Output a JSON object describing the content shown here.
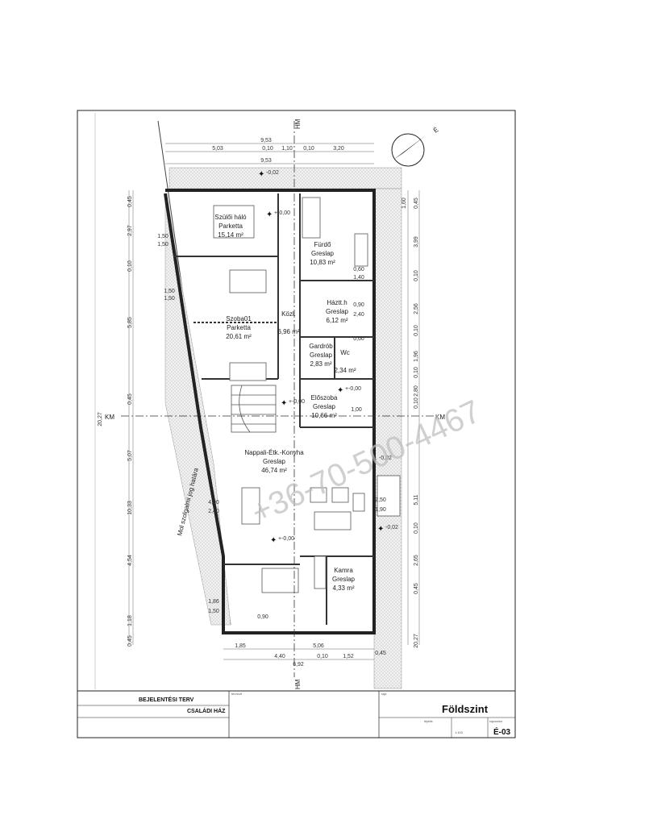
{
  "title_block": {
    "project_type": "BEJELENTÉSI TERV",
    "building": "CSALÁDI HÁZ",
    "sheet_title": "Földszint",
    "sheet_code": "É-03",
    "scale": "1:100",
    "small_labels": [
      "tervező",
      "rajz",
      "lépték",
      "rajzszám"
    ]
  },
  "watermark": "+36-70-500-4467",
  "section_marks": {
    "hm": "HM",
    "km": "KM"
  },
  "north_label": "É",
  "slanted_label": "Mol szolgalmi jog határa",
  "rooms": [
    {
      "name": "Szülői háló",
      "floor": "Parketta",
      "area": "15,14 m²"
    },
    {
      "name": "Fürdő",
      "floor": "Greslap",
      "area": "10,83 m²"
    },
    {
      "name": "Közl.",
      "floor": "",
      "area": "6,96 m²"
    },
    {
      "name": "Háztt.h",
      "floor": "Greslap",
      "area": "6,12 m²"
    },
    {
      "name": "Szoba01",
      "floor": "Parketta",
      "area": "20,61 m²"
    },
    {
      "name": "Gardrób",
      "floor": "Greslap",
      "area": "2,83 m²"
    },
    {
      "name": "Wc",
      "floor": "",
      "area": "2,34 m²"
    },
    {
      "name": "Előszoba",
      "floor": "Greslap",
      "area": "10,66 m²"
    },
    {
      "name": "Nappali-Étk.-Konyha",
      "floor": "Greslap",
      "area": "46,74 m²"
    },
    {
      "name": "Kamra",
      "floor": "Greslap",
      "area": "4,33 m²"
    }
  ],
  "levels": [
    "+-0,00",
    "-0,02",
    "+-0,00",
    "+-0,00",
    "-0,02",
    "-0,02",
    "+-0,00"
  ],
  "dimensions": {
    "top": [
      "9,53",
      "5,03",
      "0,10",
      "1,10",
      "0,10",
      "3,20",
      "9,53"
    ],
    "left": [
      "0,45",
      "2,97",
      "0,10",
      "5,85",
      "0,45",
      "5,07",
      "10,33",
      "4,54",
      "1,18",
      "0,45",
      "20,27"
    ],
    "right": [
      "0,45",
      "1,60",
      "3,99",
      "0,10",
      "2,56",
      "0,10",
      "1,96",
      "0,10",
      "2,80",
      "0,10",
      "5,11",
      "0,10",
      "2,65",
      "0,45",
      "20,27"
    ],
    "bottom": [
      "1,85",
      "4,40",
      "0,10",
      "1,52",
      "0,45",
      "6,92",
      "5,06"
    ],
    "window_marks": [
      "1,50",
      "1,50",
      "1,50",
      "1,50",
      "4,00",
      "2,40",
      "1,86",
      "1,50",
      "0,90",
      "0,60",
      "1,40",
      "0,60",
      "2,40",
      "0,90",
      "1,00",
      "2,50",
      "1,90"
    ]
  }
}
